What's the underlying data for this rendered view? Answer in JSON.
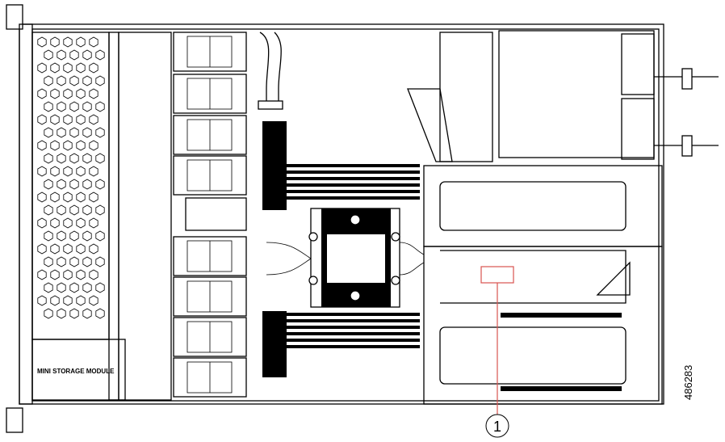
{
  "figure": {
    "description_callouts": [
      {
        "number": "1",
        "color": "#d9534f"
      }
    ],
    "figure_id": "486283",
    "mirrored_label": "MINI STORAGE MODULE"
  }
}
